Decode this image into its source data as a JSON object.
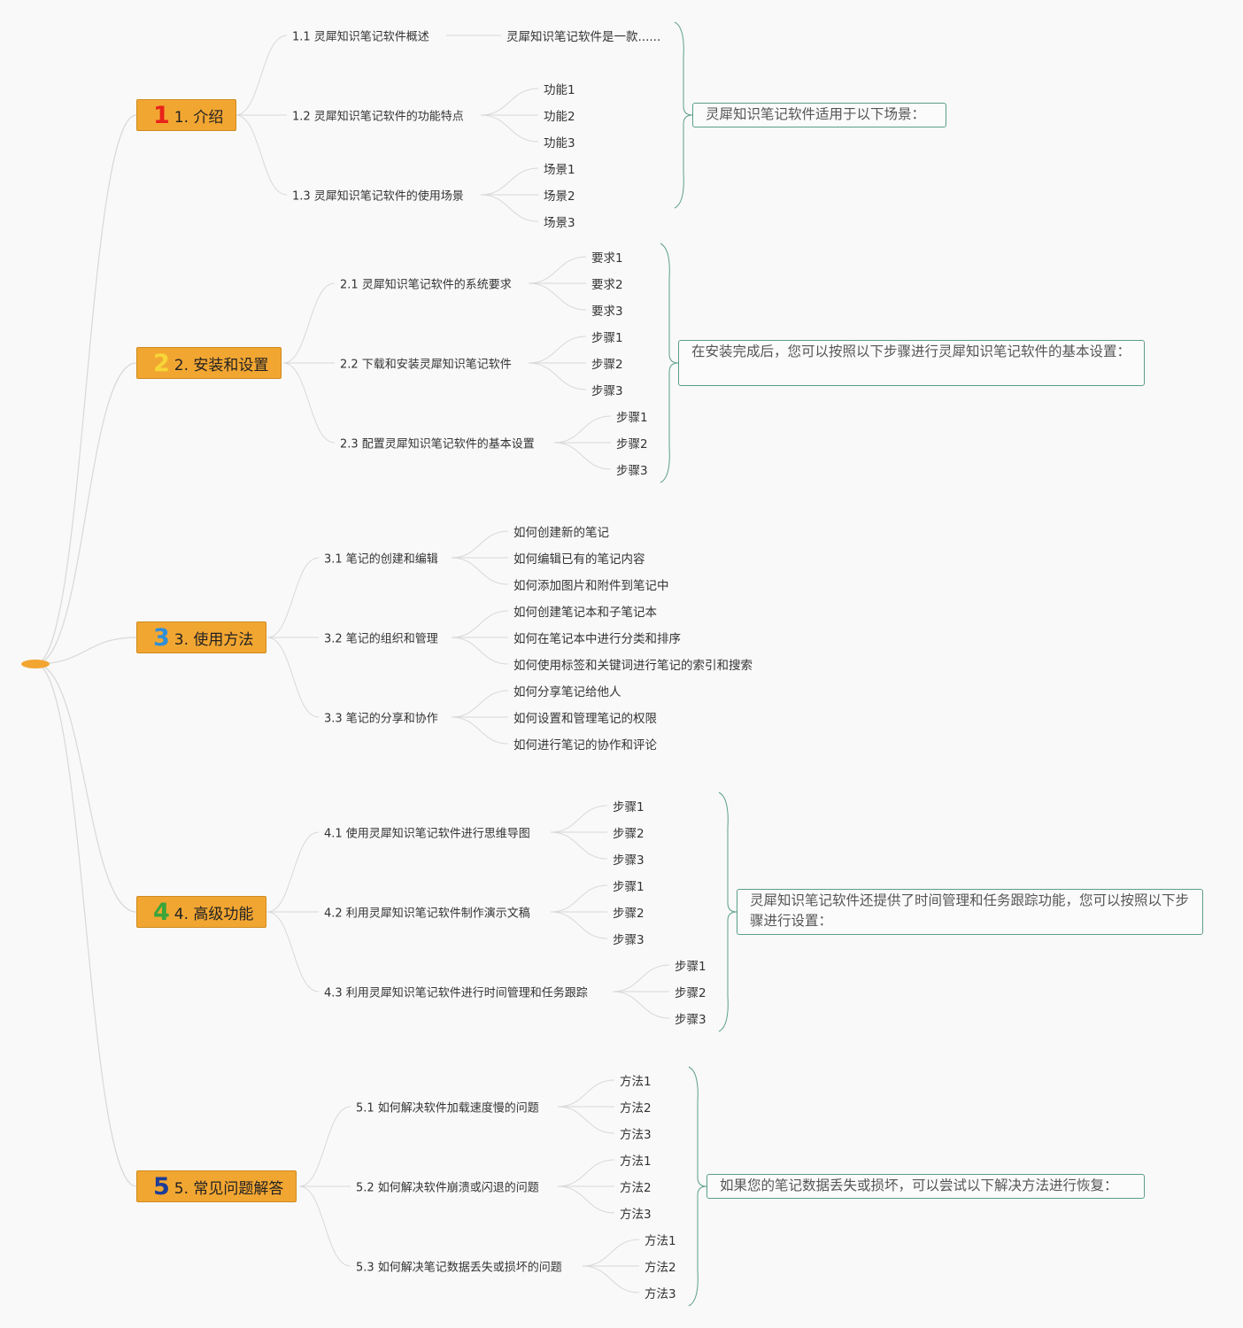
{
  "mindmap": {
    "topics": [
      {
        "number": "1",
        "label": "1. 介绍",
        "subtopics": [
          {
            "label": "1.1 灵犀知识笔记软件概述",
            "items": [
              "灵犀知识笔记软件是一款......"
            ]
          },
          {
            "label": "1.2 灵犀知识笔记软件的功能特点",
            "items": [
              "功能1",
              "功能2",
              "功能3"
            ]
          },
          {
            "label": "1.3 灵犀知识笔记软件的使用场景",
            "items": [
              "场景1",
              "场景2",
              "场景3"
            ]
          }
        ],
        "summary": "灵犀知识笔记软件适用于以下场景："
      },
      {
        "number": "2",
        "label": "2. 安装和设置",
        "subtopics": [
          {
            "label": "2.1 灵犀知识笔记软件的系统要求",
            "items": [
              "要求1",
              "要求2",
              "要求3"
            ]
          },
          {
            "label": "2.2 下载和安装灵犀知识笔记软件",
            "items": [
              "步骤1",
              "步骤2",
              "步骤3"
            ]
          },
          {
            "label": "2.3 配置灵犀知识笔记软件的基本设置",
            "items": [
              "步骤1",
              "步骤2",
              "步骤3"
            ]
          }
        ],
        "summary": "在安装完成后，您可以按照以下步骤进行灵犀知识笔记软件的基本设置："
      },
      {
        "number": "3",
        "label": "3. 使用方法",
        "subtopics": [
          {
            "label": "3.1 笔记的创建和编辑",
            "items": [
              "如何创建新的笔记",
              "如何编辑已有的笔记内容",
              "如何添加图片和附件到笔记中"
            ]
          },
          {
            "label": "3.2 笔记的组织和管理",
            "items": [
              "如何创建笔记本和子笔记本",
              "如何在笔记本中进行分类和排序",
              "如何使用标签和关键词进行笔记的索引和搜索"
            ]
          },
          {
            "label": "3.3 笔记的分享和协作",
            "items": [
              "如何分享笔记给他人",
              "如何设置和管理笔记的权限",
              "如何进行笔记的协作和评论"
            ]
          }
        ]
      },
      {
        "number": "4",
        "label": "4. 高级功能",
        "subtopics": [
          {
            "label": "4.1 使用灵犀知识笔记软件进行思维导图",
            "items": [
              "步骤1",
              "步骤2",
              "步骤3"
            ]
          },
          {
            "label": "4.2 利用灵犀知识笔记软件制作演示文稿",
            "items": [
              "步骤1",
              "步骤2",
              "步骤3"
            ]
          },
          {
            "label": "4.3 利用灵犀知识笔记软件进行时间管理和任务跟踪",
            "items": [
              "步骤1",
              "步骤2",
              "步骤3"
            ]
          }
        ],
        "summary": "灵犀知识笔记软件还提供了时间管理和任务跟踪功能，您可以按照以下步骤进行设置："
      },
      {
        "number": "5",
        "label": "5. 常见问题解答",
        "subtopics": [
          {
            "label": "5.1 如何解决软件加载速度慢的问题",
            "items": [
              "方法1",
              "方法2",
              "方法3"
            ]
          },
          {
            "label": "5.2 如何解决软件崩溃或闪退的问题",
            "items": [
              "方法1",
              "方法2",
              "方法3"
            ]
          },
          {
            "label": "5.3 如何解决笔记数据丢失或损坏的问题",
            "items": [
              "方法1",
              "方法2",
              "方法3"
            ]
          }
        ],
        "summary": "如果您的笔记数据丢失或损坏，可以尝试以下解决方法进行恢复："
      }
    ],
    "colors": {
      "topic_fill": "#f2a632",
      "root_fill": "#f2a531",
      "branch_line": "#d8d8d8",
      "summary_border": "#5a9e86"
    }
  }
}
